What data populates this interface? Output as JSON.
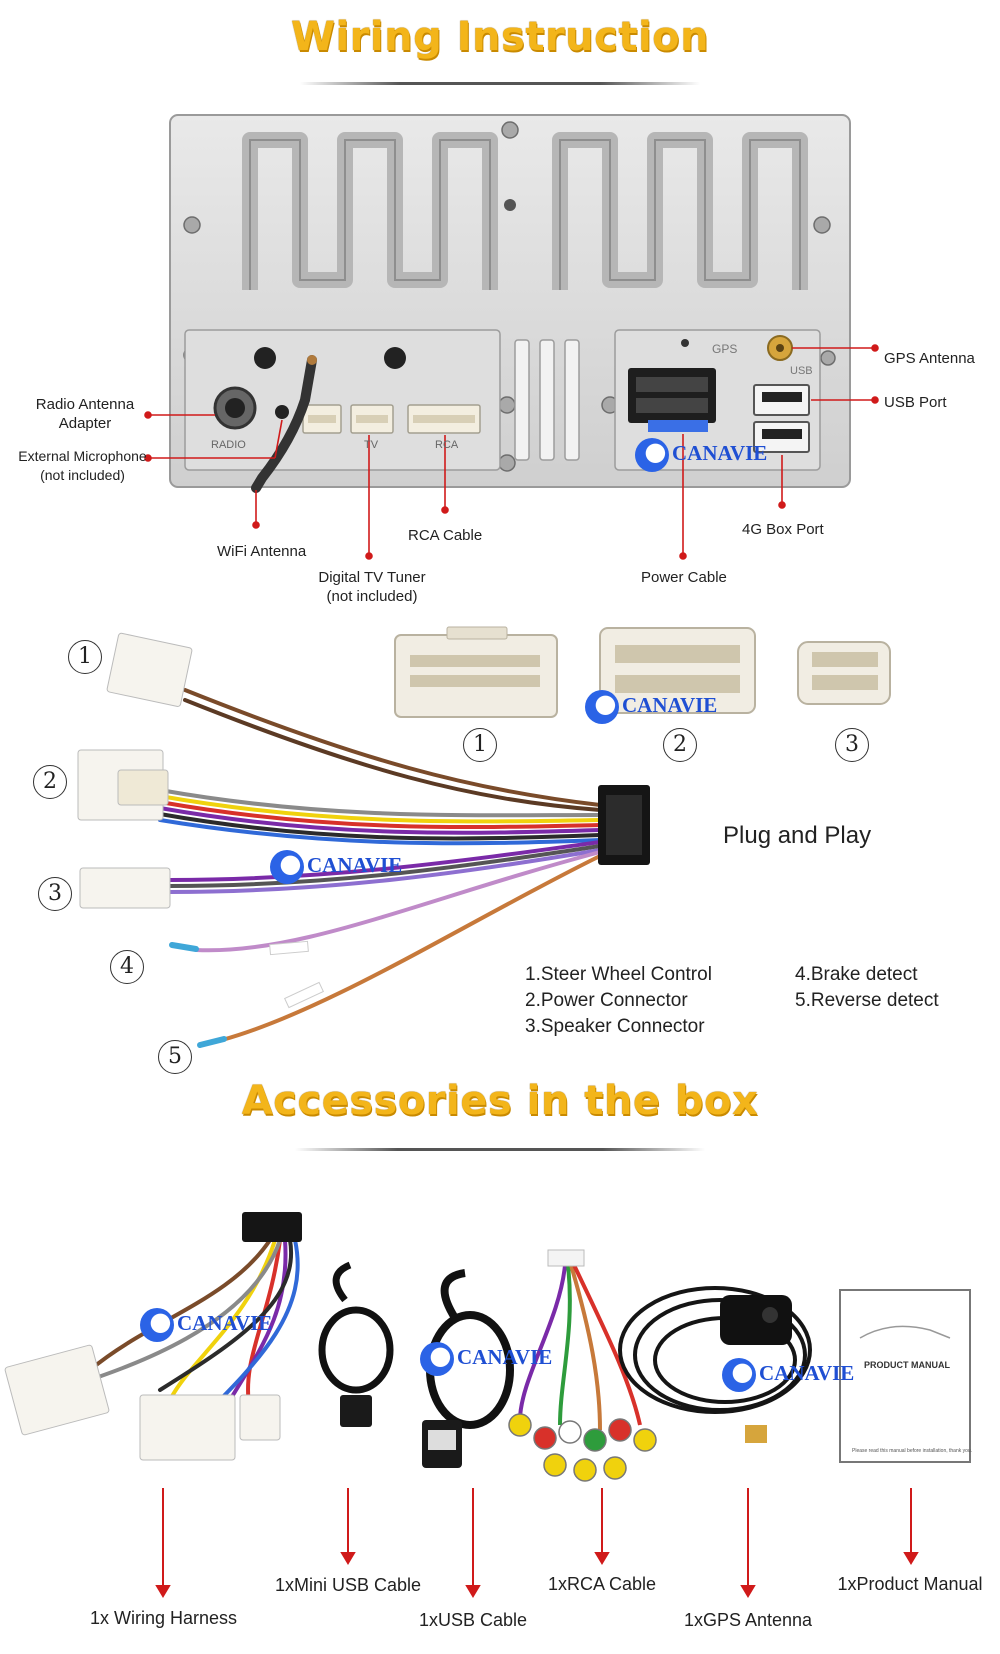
{
  "sections": {
    "wiring_title": "Wiring Instruction",
    "accessories_title": "Accessories in the box"
  },
  "brand": "CANAVIE",
  "panel_labels": {
    "radio": "RADIO",
    "tv": "TV",
    "rca": "RCA",
    "gps": "GPS",
    "usb": "USB"
  },
  "callouts": {
    "radio_antenna_1": "Radio Antenna",
    "radio_antenna_2": "Adapter",
    "ext_mic_1": "External Microphone",
    "ext_mic_2": "(not included)",
    "wifi": "WiFi Antenna",
    "rca": "RCA Cable",
    "tv_1": "Digital TV Tuner",
    "tv_2": "(not included)",
    "power": "Power Cable",
    "box4g": "4G Box Port",
    "gps": "GPS Antenna",
    "usb": "USB Port"
  },
  "harness": {
    "numbers": [
      "1",
      "2",
      "3",
      "4",
      "5"
    ],
    "plug_and_play": "Plug and Play",
    "legend_left": [
      "1.Steer Wheel Control",
      "2.Power Connector",
      "3.Speaker Connector"
    ],
    "legend_right": [
      "4.Brake detect",
      "5.Reverse detect"
    ]
  },
  "accessories": [
    "1x Wiring Harness",
    "1xMini USB Cable",
    "1xUSB Cable",
    "1xRCA Cable",
    "1xGPS Antenna",
    "1xProduct Manual"
  ],
  "manual_cover": {
    "title": "PRODUCT MANUAL",
    "footer": "Please read this manual before installation, thank you."
  },
  "colors": {
    "title": "#f3b51a",
    "callout_line": "#d01a1a",
    "brand": "#1f4fd3",
    "panel": "#dcdcdc"
  }
}
